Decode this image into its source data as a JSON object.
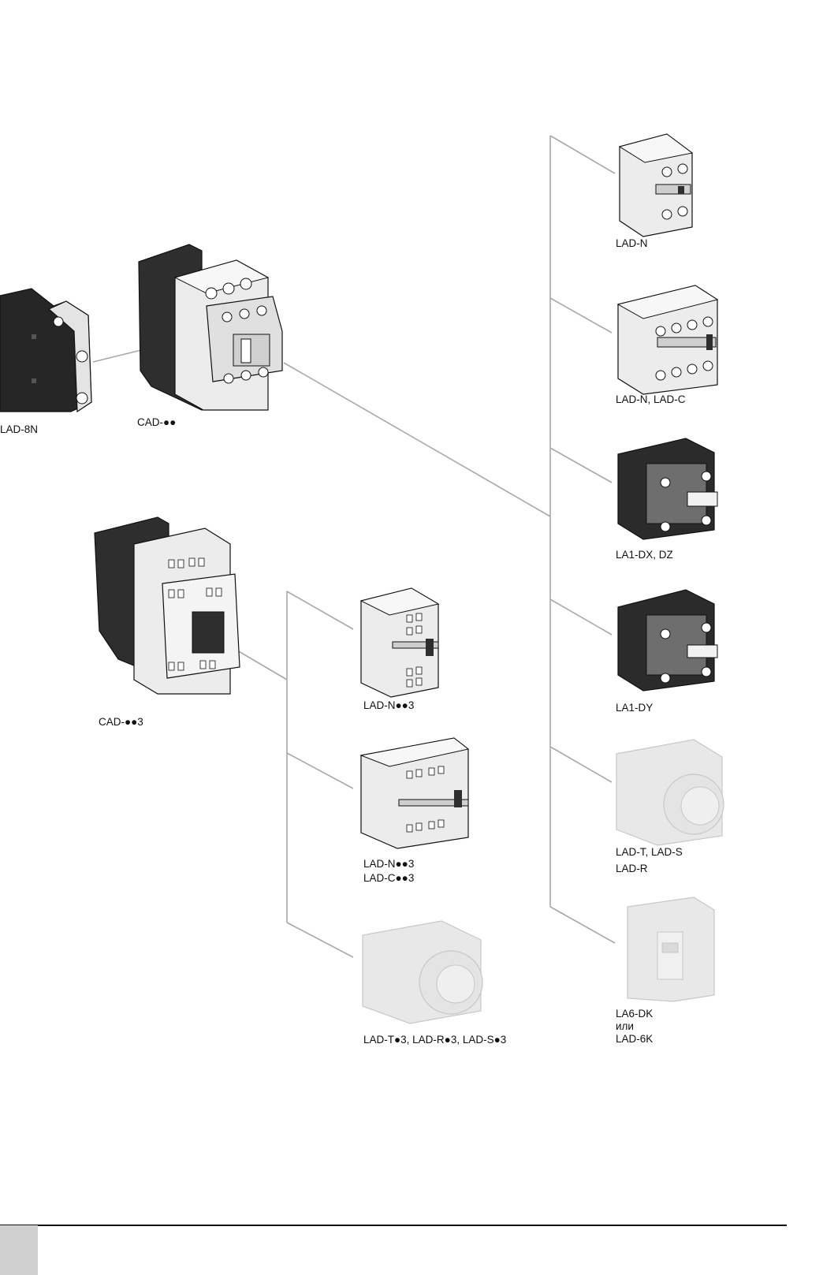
{
  "labels": {
    "lad_8n": "LAD-8N",
    "cad": "CAD-●●",
    "cad3": "CAD-●●3",
    "lad_n": "LAD-N",
    "lad_n_lad_c": "LAD-N, LAD-C",
    "la1_dx_dz": "LA1-DX, DZ",
    "la1_dy": "LA1-DY",
    "lad_t_lad_s": "LAD-T, LAD-S",
    "lad_r": "LAD-R",
    "la6_dk": "LA6-DK",
    "ili": "или",
    "lad_6k": "LAD-6K",
    "lad_n3_a": "LAD-N●●3",
    "lad_n3_b": "LAD-N●●3",
    "lad_c3": "LAD-C●●3",
    "lad_t3": "LAD-T●3, LAD-R●3, LAD-S●3"
  },
  "colors": {
    "dark_body": "#2b2b2b",
    "light_body": "#e6e6e6",
    "faded_body": "#d9d9d9",
    "connector": "#a8a8a8",
    "rule": "#111111",
    "corner": "#cfcfcf"
  }
}
